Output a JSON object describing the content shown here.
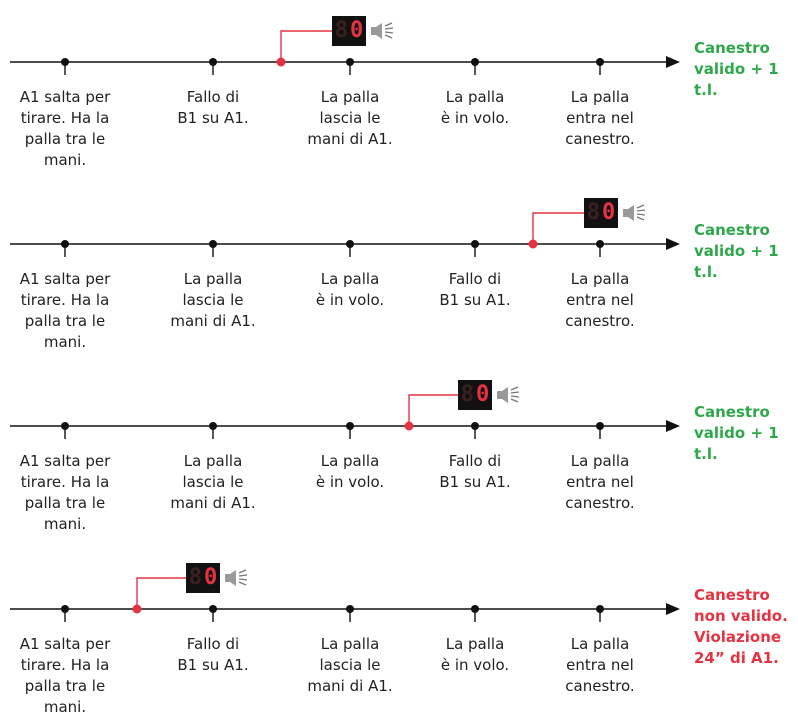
{
  "colors": {
    "line": "#111111",
    "event_marker": "#e53342",
    "valid_result": "#2ea84a",
    "invalid_result": "#e53342",
    "clock_bg": "#111111",
    "clock_digit_dim": "#3a2020",
    "clock_digit_lit": "#e53342"
  },
  "clock": {
    "dim_digit": "8",
    "lit_digit": "0",
    "icon": "horn-icon"
  },
  "timelines": [
    {
      "labels": [
        "A1 salta per\ntirare. Ha la\npalla tra le\nmani.",
        "Fallo di\nB1 su A1.",
        "La palla\nlascia le\nmani di A1.",
        "La palla\nè in volo.",
        "La palla\nentra nel\ncanestro."
      ],
      "result": "Canestro\nvalido + 1 t.l.",
      "result_type": "valid"
    },
    {
      "labels": [
        "A1 salta per\ntirare. Ha la\npalla tra le\nmani.",
        "La palla\nlascia le\nmani di A1.",
        "La palla\nè in volo.",
        "Fallo di\nB1 su A1.",
        "La palla\nentra nel\ncanestro."
      ],
      "result": "Canestro\nvalido + 1 t.l.",
      "result_type": "valid"
    },
    {
      "labels": [
        "A1 salta per\ntirare. Ha la\npalla tra le\nmani.",
        "La palla\nlascia le\nmani di A1.",
        "La palla\nè in volo.",
        "Fallo di\nB1 su A1.",
        "La palla\nentra nel\ncanestro."
      ],
      "result": "Canestro\nvalido + 1 t.l.",
      "result_type": "valid"
    },
    {
      "labels": [
        "A1 salta per\ntirare. Ha la\npalla tra le\nmani.",
        "Fallo di\nB1 su A1.",
        "La palla\nlascia le\nmani di A1.",
        "La palla\nè in volo.",
        "La palla\nentra nel\ncanestro."
      ],
      "result": "Canestro\nnon valido.\nViolazione\n24” di A1.",
      "result_type": "invalid"
    }
  ]
}
